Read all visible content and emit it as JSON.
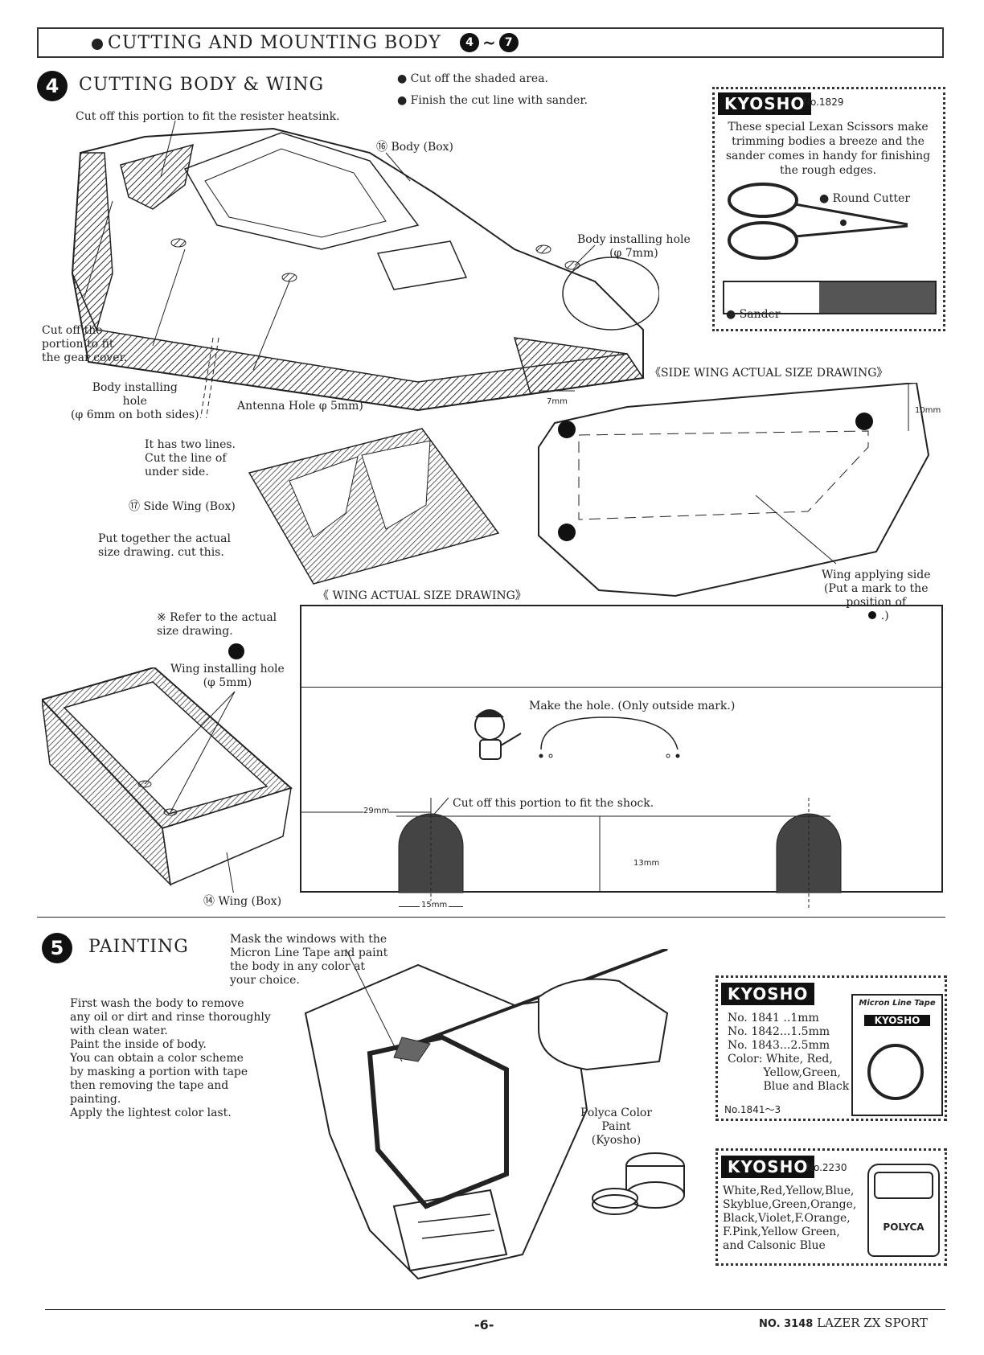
{
  "header": {
    "title": "CUTTING AND MOUNTING BODY",
    "step_from": "4",
    "range_sep": "~",
    "step_to": "7"
  },
  "step4": {
    "number": "4",
    "title": "CUTTING BODY & WING",
    "bullets": [
      "Cut off the shaded area.",
      "Finish the cut line with sander."
    ],
    "callouts": {
      "heatsink": "Cut off this portion to fit the resister heatsink.",
      "body_box": "⑯ Body  (Box)",
      "body_hole_right": "Body installing hole\n(φ 7mm)",
      "gear_cover": "Cut off the\nportion to fit\nthe gear cover.",
      "body_hole_left": "Body installing\nhole\n(φ 6mm on both sides)",
      "antenna": "Antenna Hole φ 5mm)",
      "two_lines": "It has two lines.\nCut the line of\nunder side.",
      "side_wing_box": "⑰ Side Wing  (Box)",
      "put_together": "Put together the actual\nsize drawing. cut this.",
      "refer": "※ Refer to the actual\nsize drawing.",
      "wing_hole": "Wing installing hole\n(φ 5mm)",
      "wing_box": "⑭ Wing  (Box)"
    },
    "kyosho_box": {
      "brand": "KYOSHO",
      "part_no": "No.1829",
      "text": "These special Lexan Scissors make trimming bodies a breeze and the sander comes in handy for finishing the rough edges.",
      "round_cutter": "● Round Cutter",
      "sander": "● Sander"
    },
    "side_wing_drawing": {
      "title": "《SIDE WING ACTUAL SIZE  DRAWING》",
      "dim_7": "7mm",
      "dim_10": "10mm",
      "applying": "Wing applying side\n(Put a mark to the\nposition of",
      "applying_end": ".)"
    },
    "wing_drawing": {
      "title": "《 WING ACTUAL SIZE  DRAWING》",
      "make_hole": "Make the hole.  (Only outside mark.)",
      "cut_shock": "Cut off this portion to fit the shock.",
      "dim_29": "29mm",
      "dim_13": "13mm",
      "dim_15": "15mm"
    }
  },
  "step5": {
    "number": "5",
    "title": "PAINTING",
    "mask_text": "Mask the windows with the\nMicron Line Tape and paint\nthe body in any color at\nyour choice.",
    "wash_text": "First wash the body to remove\nany oil or dirt and rinse  thoroughly\nwith clean water.\nPaint the inside of body.\nYou can obtain a color scheme\nby masking a portion with tape\nthen removing the tape and\npainting.\nApply the lightest color last.",
    "polyca": "Polyca Color\nPaint\n(Kyosho)",
    "tape_box": {
      "brand": "KYOSHO",
      "lines": "No. 1841 ..1mm\nNo. 1842...1.5mm\nNo. 1843...2.5mm\nColor: White, Red,\n          Yellow,Green,\n          Blue and Black",
      "part_no": "No.1841～3",
      "package_label": "Micron Line Tape",
      "package_brand": "KYOSHO"
    },
    "paint_box": {
      "brand": "KYOSHO",
      "part_no": "No.2230",
      "lines": "White,Red,Yellow,Blue,\nSkyblue,Green,Orange,\nBlack,Violet,F.Orange,\nF.Pink,Yellow Green,\nand Calsonic Blue",
      "jar_label": "POLYCA"
    }
  },
  "footer": {
    "page": "-6-",
    "model_no": "NO. 3148",
    "model_name": "LAZER ZX SPORT"
  }
}
